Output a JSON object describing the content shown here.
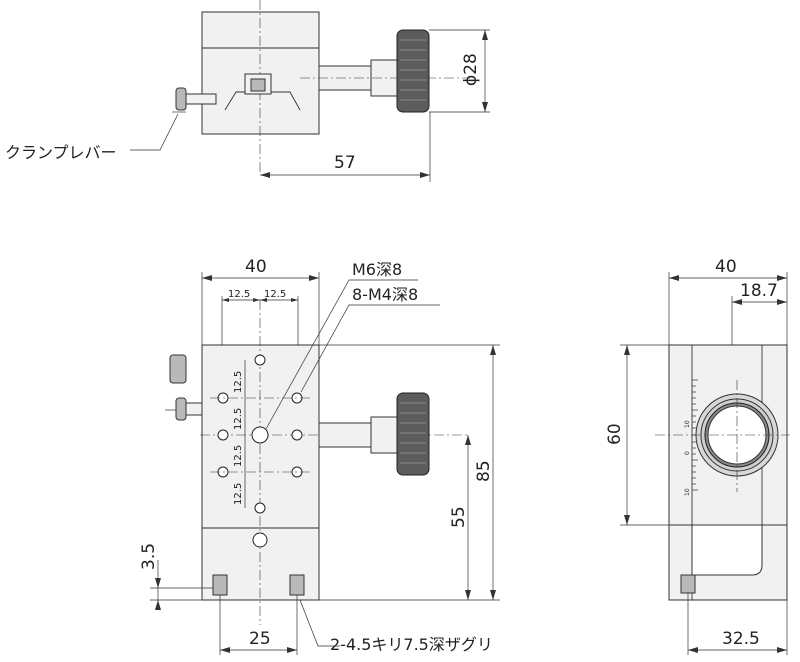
{
  "drawing": {
    "top_view": {
      "dim_diameter": "ϕ28",
      "dim_width": "57",
      "label_clamp_lever": "クランプレバー"
    },
    "front_view": {
      "dim_width": "40",
      "dim_pitch_left": "12.5",
      "dim_pitch_right": "12.5",
      "dim_pitch_v1": "12.5",
      "dim_pitch_v2": "12.5",
      "dim_pitch_v3": "12.5",
      "dim_pitch_v4": "12.5",
      "label_m6": "M6深8",
      "label_m4": "8-M4深8",
      "dim_height_total": "85",
      "dim_height_center": "55",
      "dim_base": "3.5",
      "dim_bottom": "25",
      "label_counterbore": "2-4.5キリ7.5深ザグリ"
    },
    "side_view": {
      "dim_width": "40",
      "dim_offset": "18.7",
      "dim_height": "60",
      "dim_bottom": "32.5",
      "scale_10_top": "10",
      "scale_0": "0",
      "scale_10_bottom": "10"
    }
  }
}
